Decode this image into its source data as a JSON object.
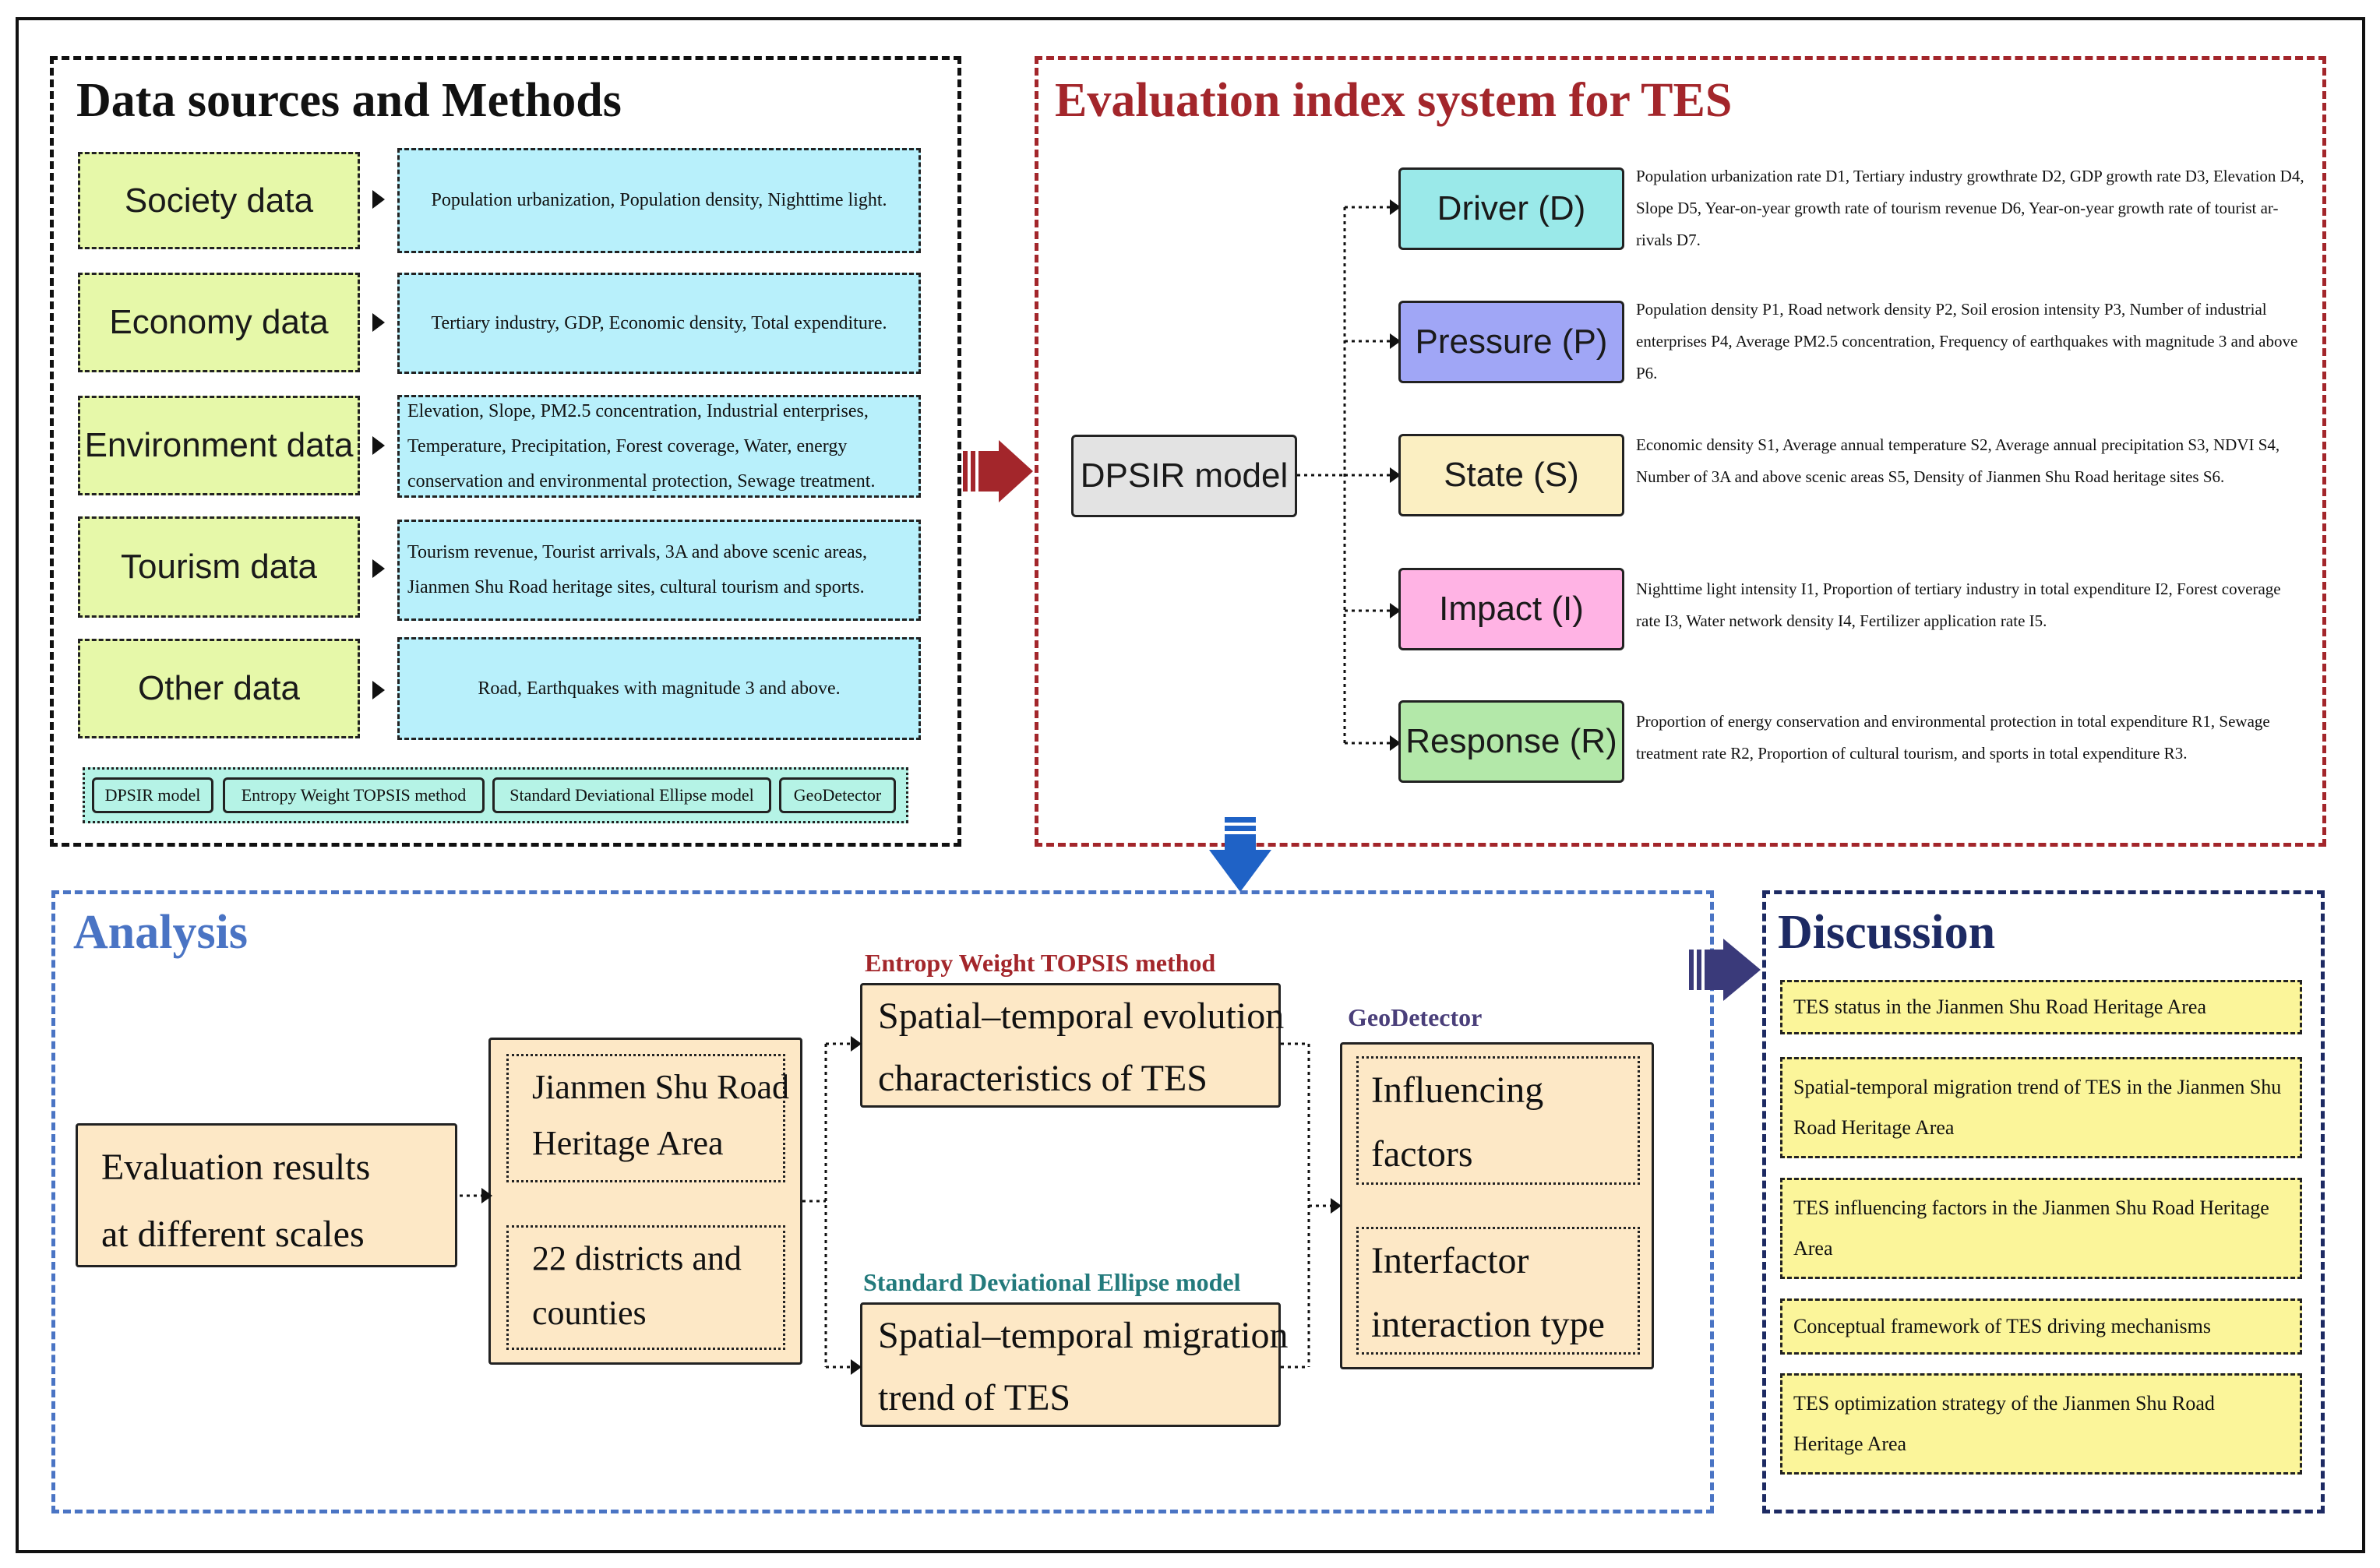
{
  "data_sources": {
    "title": "Data sources and Methods",
    "rows": [
      {
        "category": "Society data",
        "details": "Population urbanization, Population density, Nighttime light."
      },
      {
        "category": "Economy data",
        "details": "Tertiary industry, GDP, Economic density, Total expenditure."
      },
      {
        "category": "Environment data",
        "details": "Elevation, Slope, PM2.5 concentration, Industrial enterprises, Temperature, Precipitation, Forest coverage, Water, energy conservation and environmental protection, Sewage treatment."
      },
      {
        "category": "Tourism data",
        "details": "Tourism revenue, Tourist arrivals, 3A and above scenic areas, Jianmen Shu Road heritage sites, cultural tourism and sports."
      },
      {
        "category": "Other data",
        "details": "Road, Earthquakes with magnitude 3 and above."
      }
    ],
    "methods": [
      "DPSIR model",
      "Entropy Weight TOPSIS method",
      "Standard Deviational Ellipse model",
      "GeoDetector"
    ]
  },
  "evaluation": {
    "title": "Evaluation index system for TES",
    "model": "DPSIR model",
    "components": [
      {
        "label": "Driver (D)",
        "color": "#9ae9e9",
        "indices": "Population urbanization rate D1, Tertiary industry growthrate D2, GDP growth rate D3, Elevation D4, Slope D5, Year-on-year growth rate of tourism revenue D6, Year-on-year growth rate of tourist ar-rivals D7."
      },
      {
        "label": "Pressure (P)",
        "color": "#a0a6f6",
        "indices": "Population density P1, Road network density P2, Soil erosion intensity P3, Number of industrial enterprises P4, Average PM2.5 concentration, Frequency of earthquakes with magnitude 3 and above P6."
      },
      {
        "label": "State (S)",
        "color": "#fbefc2",
        "indices": "Economic density S1, Average annual temperature S2, Average annual precipitation S3, NDVI S4, Number of 3A and above scenic areas S5, Density of Jianmen Shu Road heritage sites S6."
      },
      {
        "label": "Impact (I)",
        "color": "#ffb3e4",
        "indices": "Nighttime light intensity I1, Proportion of tertiary industry in total expenditure I2, Forest coverage rate I3, Water network density I4, Fertilizer application rate I5."
      },
      {
        "label": "Response (R)",
        "color": "#b3e8a9",
        "indices": "Proportion of energy conservation and environmental protection in total expenditure R1, Sewage treatment rate R2, Proportion of cultural tourism, and sports in total expenditure R3."
      }
    ]
  },
  "analysis": {
    "title": "Analysis",
    "evaluation_results": [
      "Evaluation results",
      "at different scales"
    ],
    "scales": [
      [
        "Jianmen Shu Road",
        "Heritage Area"
      ],
      [
        "22 districts and",
        "counties"
      ]
    ],
    "entropy_label": "Entropy Weight TOPSIS method",
    "evolution": [
      "Spatial–temporal evolution",
      "characteristics of TES"
    ],
    "sde_label": "Standard Deviational Ellipse model",
    "migration": [
      "Spatial–temporal migration",
      "trend of TES"
    ],
    "geodetector_label": "GeoDetector",
    "factors": [
      "Influencing",
      "factors"
    ],
    "interaction": [
      "Interfactor",
      "interaction type"
    ]
  },
  "discussion": {
    "title": "Discussion",
    "items": [
      "TES status in the Jianmen Shu Road Heritage Area",
      "Spatial-temporal migration trend of TES in the Jianmen Shu Road Heritage Area",
      "TES influencing factors in the Jianmen Shu Road Heritage Area",
      "Conceptual framework of TES driving mechanisms",
      "TES optimization strategy of the Jianmen Shu Road Heritage Area"
    ]
  },
  "colors": {
    "red_title": "#a3262b",
    "blue_title": "#4a74c4",
    "navy_title": "#1d2a63",
    "entropy_label": "#a3262b",
    "sde_label": "#237a7c",
    "geodetector_label": "#4a3f7a"
  }
}
